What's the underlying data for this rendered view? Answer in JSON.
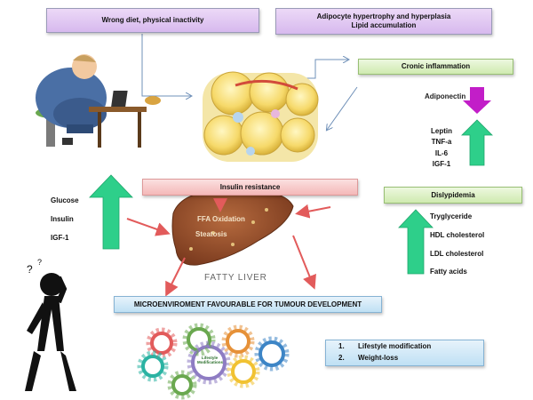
{
  "boxes": {
    "wrong_diet": "Wrong diet, physical  inactivity",
    "adipocyte_line1": "Adipocyte hypertrophy and hyperplasia",
    "adipocyte_line2": "Lipid accumulation",
    "chronic_inflammation": "Cronic inflammation",
    "insulin_resistance": "Insulin resistance",
    "dislypidemia": "Dislypidemia",
    "microenvironment": "MICROENVIROMENT  FAVOURABLE FOR TUMOUR  DEVELOPMENT"
  },
  "left_markers": [
    "Glucose",
    "Insulin",
    "IGF-1"
  ],
  "adiponectin": "Adiponectin",
  "inflammation_markers": [
    "Leptin",
    "TNF-a",
    "IL-6",
    "IGF-1"
  ],
  "lipid_markers": [
    "Tryglyceride",
    "HDL cholesterol",
    "LDL cholesterol",
    "Fatty acids"
  ],
  "liver": {
    "label1": "FFA Oxidation",
    "label2": "Steatosis",
    "caption": "FATTY LIVER"
  },
  "gears_label1": "Lifestyle",
  "gears_label2": "Modifications",
  "remedies": [
    {
      "num": "1.",
      "text": "Lifestyle modification"
    },
    {
      "num": "2.",
      "text": "Weight-loss"
    }
  ],
  "colors": {
    "up_arrow": "#2ecf8a",
    "down_arrow": "#c21ec8",
    "red_arrow": "#e25b5b",
    "thin_arrow": "#6f90b8",
    "liver": "#9b4d2a"
  }
}
